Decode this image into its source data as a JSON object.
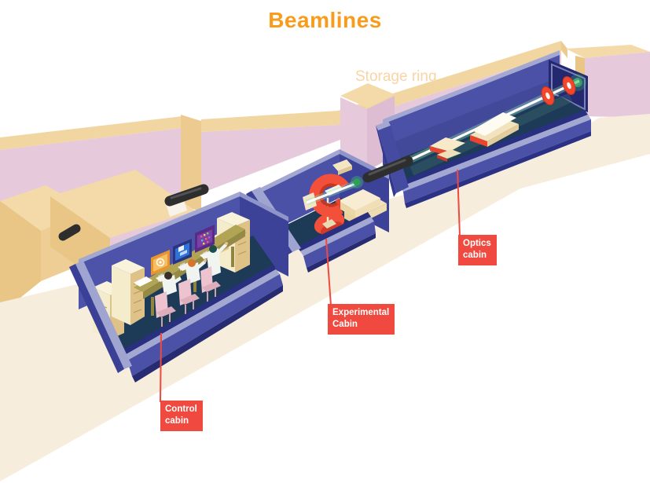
{
  "title": "Beamlines",
  "diagram": {
    "storage_ring_label": "Storage ring",
    "callouts": [
      {
        "id": "control-cabin",
        "line1": "Control",
        "line2": "cabin"
      },
      {
        "id": "experimental-cabin",
        "line1": "Experimental",
        "line2": "Cabin"
      },
      {
        "id": "optics-cabin",
        "line1": "Optics",
        "line2": "cabin"
      }
    ],
    "colors": {
      "title_orange": "#F99B1B",
      "storage_ring_text": "#F8D5A4",
      "callout_red": "#F0493F",
      "wall_tan_top": "#F2D6A2",
      "wall_tan_side": "#E9C685",
      "wall_pink": "#E6C9DB",
      "ground_cream": "#F7EDDC",
      "cabin_blue": "#4A51A7",
      "cabin_blue_dark": "#2A3080",
      "cabin_rim_lavender": "#A3A8D2",
      "floor_navy": "#1D3A57",
      "pipe_black": "#2E2E2E",
      "beam_white": "#FFFFFF",
      "beam_green": "#2DA157",
      "equipment_red": "#F2503A",
      "equipment_cream": "#F3E3BC",
      "desk_olive": "#B2A455",
      "chair_pink": "#ECC3CE"
    }
  }
}
